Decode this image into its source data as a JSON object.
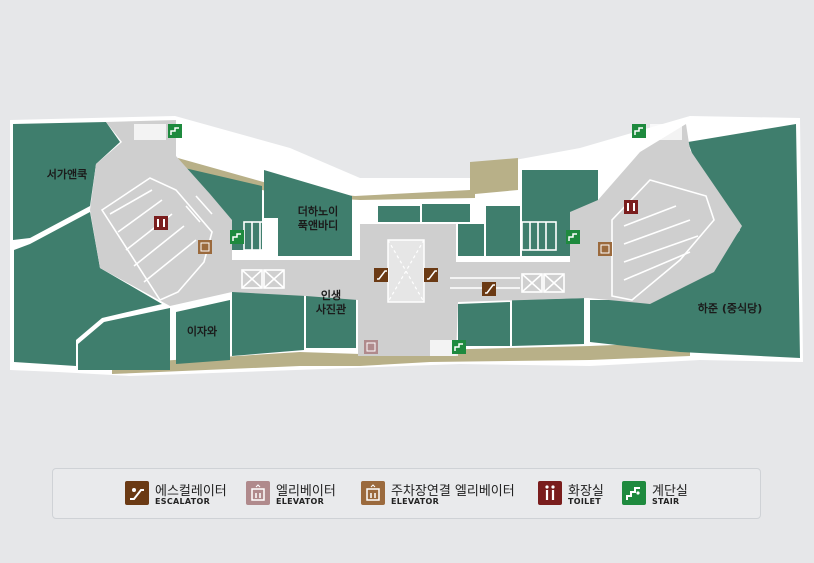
{
  "stores": [
    {
      "id": "seoga",
      "label": "서가앤쿡"
    },
    {
      "id": "hanoi",
      "label": "더하노이\n푹앤바디"
    },
    {
      "id": "insaeng",
      "label": "인생\n사진관"
    },
    {
      "id": "ijawa",
      "label": "이자와"
    },
    {
      "id": "hajun",
      "label": "하준 (중식당)"
    }
  ],
  "legend": [
    {
      "id": "escalator",
      "label": "에스컬레이터",
      "sub": "ESCALATOR",
      "color": "#6b3a14",
      "icon": "escalator-icon"
    },
    {
      "id": "elevator",
      "label": "엘리베이터",
      "sub": "ELEVATOR",
      "color": "#b08a8c",
      "icon": "elevator-icon"
    },
    {
      "id": "parking_elevator",
      "label": "주차장연결 엘리베이터",
      "sub": "ELEVATOR",
      "color": "#9b6a3d",
      "icon": "elevator-icon"
    },
    {
      "id": "toilet",
      "label": "화장실",
      "sub": "TOILET",
      "color": "#7a1d1d",
      "icon": "toilet-icon"
    },
    {
      "id": "stair",
      "label": "계단실",
      "sub": "STAIR",
      "color": "#1e8a3e",
      "icon": "stair-icon"
    }
  ],
  "colors": {
    "store_green": "#3f7e6d",
    "corridor": "#cfcfcf",
    "accent_band": "#b8b088",
    "escalator": "#6b3a14",
    "elevator": "#b08a8c",
    "parking_elevator": "#9b6a3d",
    "toilet": "#7a1d1d",
    "stair": "#1e8a3e"
  }
}
